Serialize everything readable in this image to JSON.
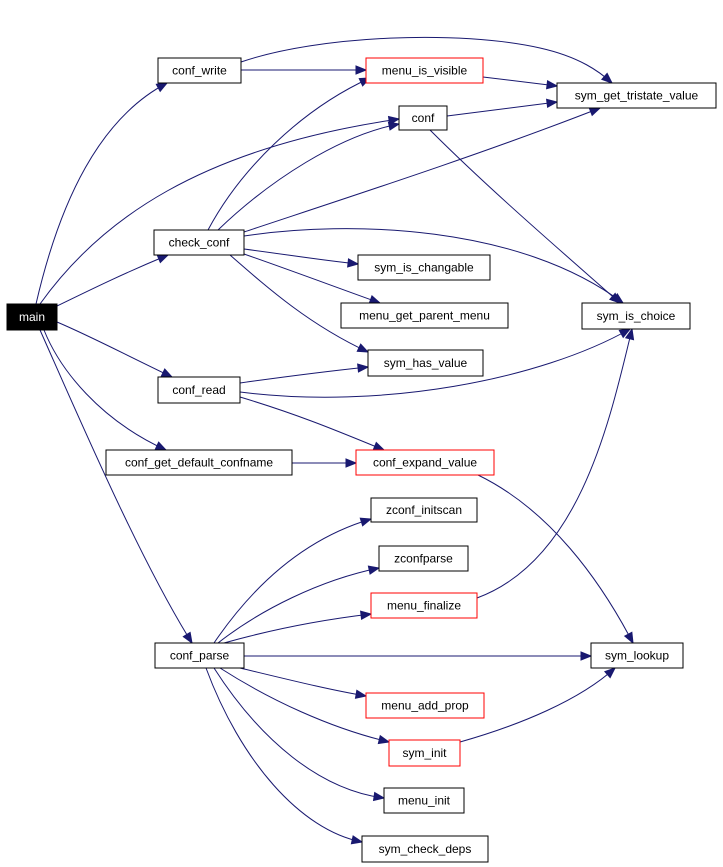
{
  "colors": {
    "edge": "#191970",
    "node_border": "#000000",
    "node_border_red": "#ff0000",
    "root_fill": "#000000",
    "root_text": "#ffffff"
  },
  "nodes": [
    {
      "id": "main",
      "label": "main",
      "style": "root"
    },
    {
      "id": "conf_write",
      "label": "conf_write",
      "style": "black"
    },
    {
      "id": "menu_is_visible",
      "label": "menu_is_visible",
      "style": "red"
    },
    {
      "id": "sym_get_tristate_value",
      "label": "sym_get_tristate_value",
      "style": "black"
    },
    {
      "id": "conf",
      "label": "conf",
      "style": "black"
    },
    {
      "id": "check_conf",
      "label": "check_conf",
      "style": "black"
    },
    {
      "id": "sym_is_changable",
      "label": "sym_is_changable",
      "style": "black"
    },
    {
      "id": "menu_get_parent_menu",
      "label": "menu_get_parent_menu",
      "style": "black"
    },
    {
      "id": "sym_is_choice",
      "label": "sym_is_choice",
      "style": "black"
    },
    {
      "id": "sym_has_value",
      "label": "sym_has_value",
      "style": "black"
    },
    {
      "id": "conf_read",
      "label": "conf_read",
      "style": "black"
    },
    {
      "id": "conf_get_default_confname",
      "label": "conf_get_default_confname",
      "style": "black"
    },
    {
      "id": "conf_expand_value",
      "label": "conf_expand_value",
      "style": "red"
    },
    {
      "id": "zconf_initscan",
      "label": "zconf_initscan",
      "style": "black"
    },
    {
      "id": "zconfparse",
      "label": "zconfparse",
      "style": "black"
    },
    {
      "id": "menu_finalize",
      "label": "menu_finalize",
      "style": "red"
    },
    {
      "id": "conf_parse",
      "label": "conf_parse",
      "style": "black"
    },
    {
      "id": "sym_lookup",
      "label": "sym_lookup",
      "style": "black"
    },
    {
      "id": "menu_add_prop",
      "label": "menu_add_prop",
      "style": "red"
    },
    {
      "id": "sym_init",
      "label": "sym_init",
      "style": "red"
    },
    {
      "id": "menu_init",
      "label": "menu_init",
      "style": "black"
    },
    {
      "id": "sym_check_deps",
      "label": "sym_check_deps",
      "style": "black"
    }
  ],
  "edges": [
    {
      "from": "main",
      "to": "conf_write"
    },
    {
      "from": "main",
      "to": "conf"
    },
    {
      "from": "main",
      "to": "check_conf"
    },
    {
      "from": "main",
      "to": "conf_read"
    },
    {
      "from": "main",
      "to": "conf_get_default_confname"
    },
    {
      "from": "main",
      "to": "conf_parse"
    },
    {
      "from": "conf_write",
      "to": "sym_get_tristate_value"
    },
    {
      "from": "conf_write",
      "to": "menu_is_visible"
    },
    {
      "from": "menu_is_visible",
      "to": "sym_get_tristate_value"
    },
    {
      "from": "conf",
      "to": "sym_get_tristate_value"
    },
    {
      "from": "conf",
      "to": "sym_is_choice"
    },
    {
      "from": "check_conf",
      "to": "menu_is_visible"
    },
    {
      "from": "check_conf",
      "to": "conf"
    },
    {
      "from": "check_conf",
      "to": "sym_get_tristate_value"
    },
    {
      "from": "check_conf",
      "to": "sym_is_choice"
    },
    {
      "from": "check_conf",
      "to": "sym_is_changable"
    },
    {
      "from": "check_conf",
      "to": "menu_get_parent_menu"
    },
    {
      "from": "check_conf",
      "to": "sym_has_value"
    },
    {
      "from": "conf_read",
      "to": "sym_has_value"
    },
    {
      "from": "conf_read",
      "to": "sym_is_choice"
    },
    {
      "from": "conf_read",
      "to": "conf_expand_value"
    },
    {
      "from": "conf_get_default_confname",
      "to": "conf_expand_value"
    },
    {
      "from": "conf_expand_value",
      "to": "sym_lookup"
    },
    {
      "from": "conf_parse",
      "to": "zconf_initscan"
    },
    {
      "from": "conf_parse",
      "to": "zconfparse"
    },
    {
      "from": "conf_parse",
      "to": "menu_finalize"
    },
    {
      "from": "conf_parse",
      "to": "sym_lookup"
    },
    {
      "from": "conf_parse",
      "to": "menu_add_prop"
    },
    {
      "from": "conf_parse",
      "to": "sym_init"
    },
    {
      "from": "conf_parse",
      "to": "menu_init"
    },
    {
      "from": "conf_parse",
      "to": "sym_check_deps"
    },
    {
      "from": "menu_finalize",
      "to": "sym_is_choice"
    },
    {
      "from": "sym_init",
      "to": "sym_lookup"
    }
  ]
}
